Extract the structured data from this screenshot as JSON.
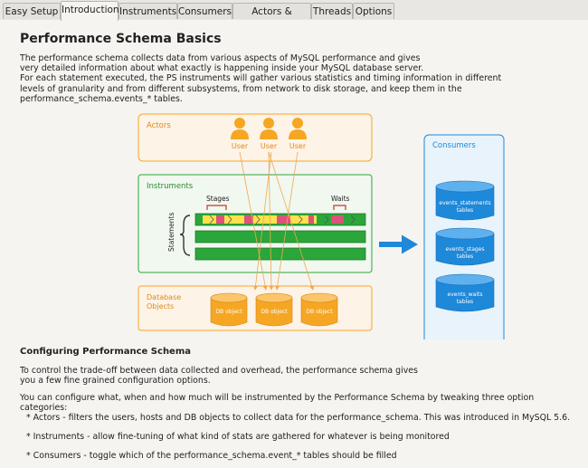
{
  "tabs": [
    {
      "label": "Easy Setup",
      "active": false
    },
    {
      "label": "Introduction",
      "active": true
    },
    {
      "label": "Instruments",
      "active": false
    },
    {
      "label": "Consumers",
      "active": false
    },
    {
      "label": "Actors & Objects",
      "active": false
    },
    {
      "label": "Threads",
      "active": false
    },
    {
      "label": "Options",
      "active": false
    }
  ],
  "section1": {
    "title": "Performance Schema Basics",
    "lines": [
      "The performance schema collects data from various aspects of MySQL performance and gives",
      "very detailed information about what exactly is happening inside your MySQL database server.",
      "For each statement executed, the PS instruments will gather various statistics and timing information in different",
      "levels of granularity and from different subsystems, from network to disk storage, and keep them in the",
      "performance_schema.events_* tables."
    ]
  },
  "diagram": {
    "actors_label": "Actors",
    "users": [
      "User",
      "User",
      "User"
    ],
    "instruments_label": "Instruments",
    "stages_label": "Stages",
    "waits_label": "Waits",
    "statements_label": "Statements",
    "db_objects_label_1": "Database",
    "db_objects_label_2": "Objects",
    "db_objects": [
      "DB object",
      "DB object",
      "DB object"
    ],
    "consumers_label": "Consumers",
    "consumers": [
      {
        "line1": "events_statements",
        "line2": "tables"
      },
      {
        "line1": "events_stages",
        "line2": "tables"
      },
      {
        "line1": "events_waits",
        "line2": "tables"
      }
    ],
    "colors": {
      "orange": "#f5a623",
      "green": "#2aa63a",
      "blue": "#1e88d9",
      "actor_box": "#fdf3e6",
      "consumer_box": "#e8f3fb"
    }
  },
  "section2": {
    "title": "Configuring Performance Schema",
    "para1": [
      "To control the trade-off between data collected and overhead, the performance schema gives",
      "you a few fine grained configuration options."
    ],
    "para2": "You can configure what, when and how much will be instrumented by the Performance Schema by tweaking three option categories:",
    "bullets": [
      "* Actors - filters the users, hosts and DB objects to collect data for the performance_schema. This was introduced in MySQL 5.6.",
      "* Instruments - allow fine-tuning of what kind of stats are gathered for whatever is being monitored",
      "* Consumers - toggle which of the performance_schema.event_* tables should be filled"
    ]
  }
}
